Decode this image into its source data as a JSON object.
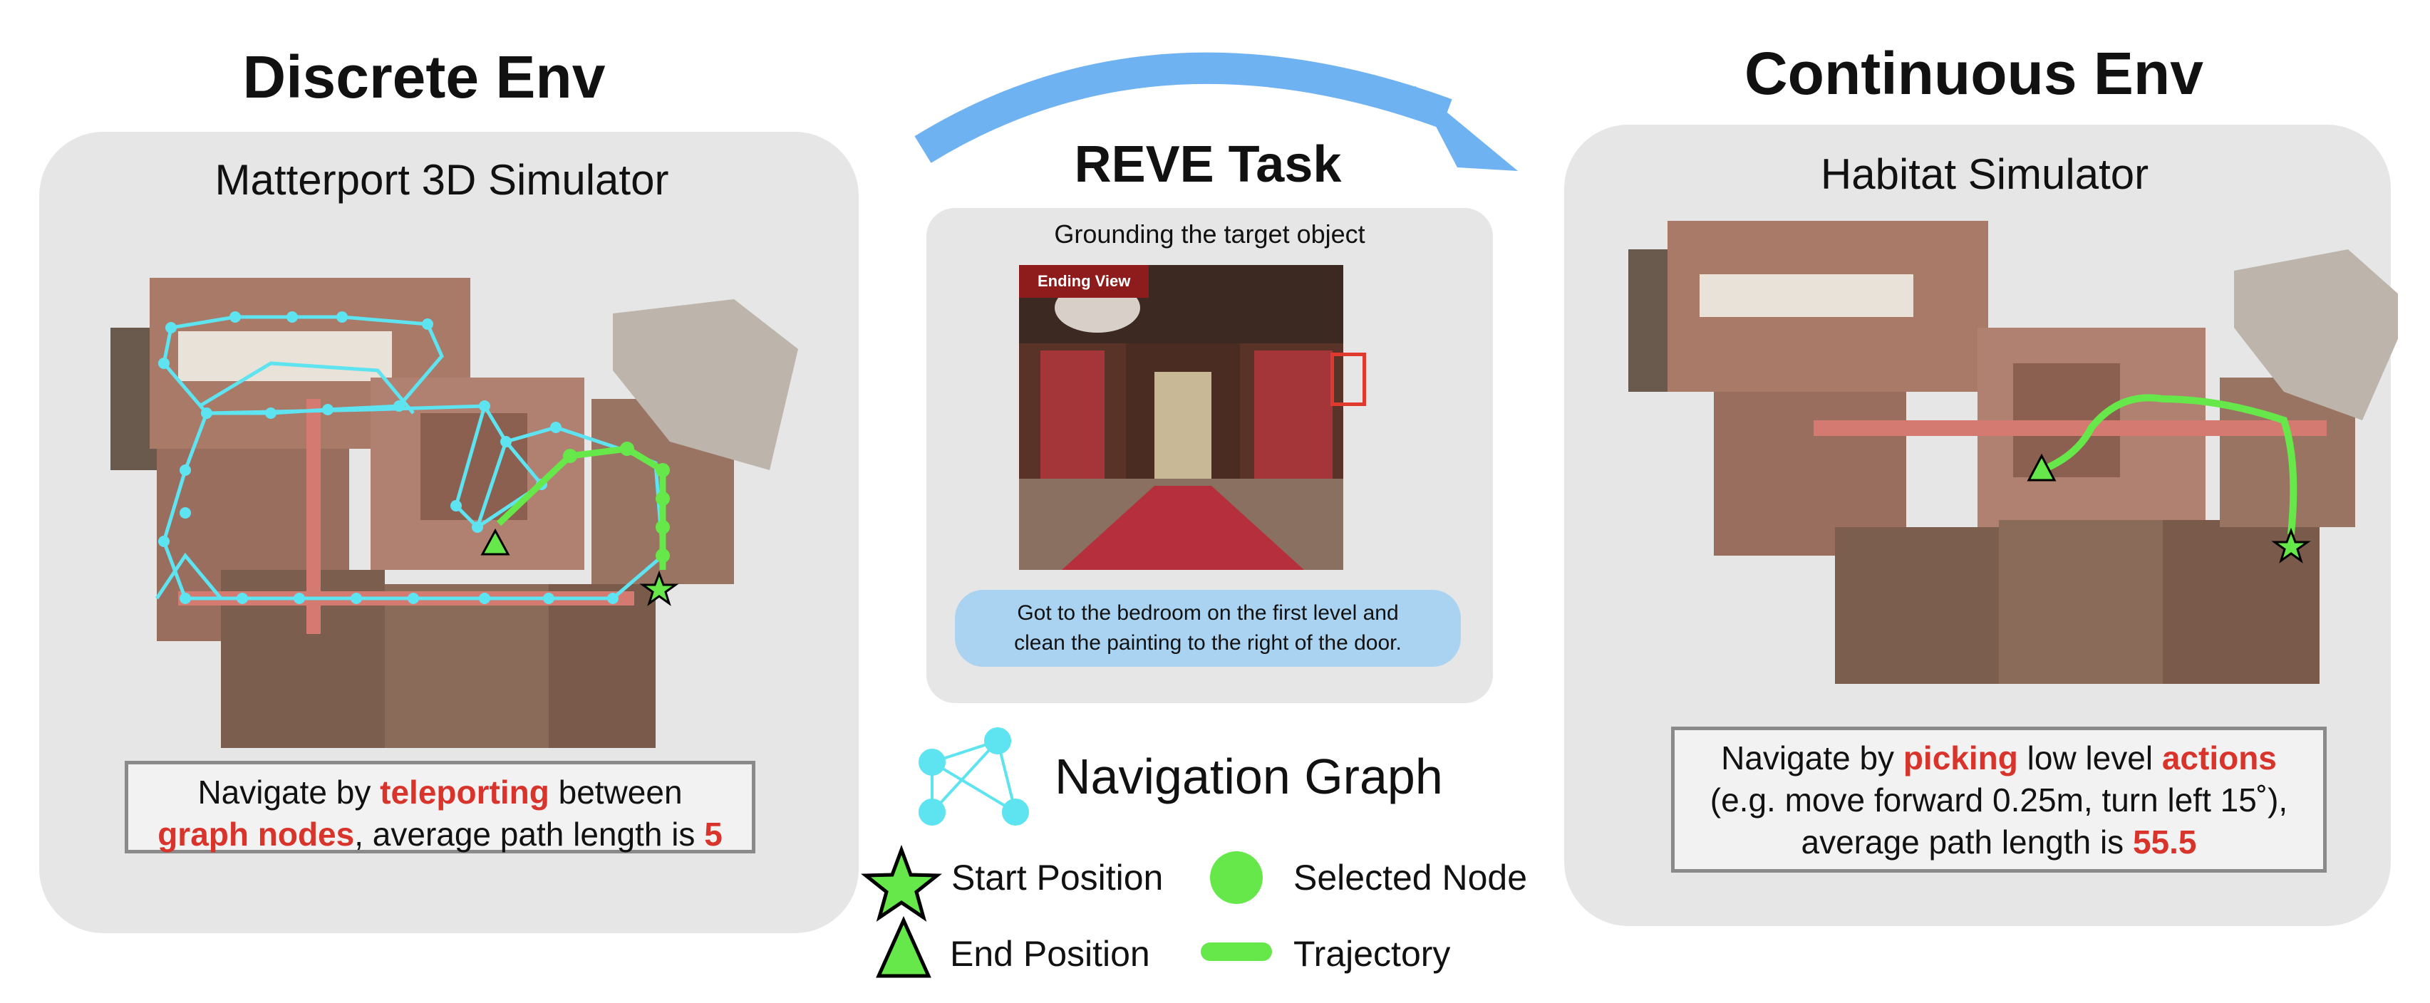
{
  "discrete": {
    "title": "Discrete Env",
    "simulator": "Matterport 3D Simulator",
    "caption": {
      "p1": "Navigate by ",
      "h1": "teleporting",
      "p2": " between",
      "h2": "graph nodes",
      "p3": ", average path length is ",
      "h3": "5"
    }
  },
  "center": {
    "title": "REVE Task",
    "grounding": "Grounding the target object",
    "view_label": "Ending View",
    "instruction_line1": "Got to the bedroom on the first level and",
    "instruction_line2": "clean the painting to the right of the door."
  },
  "continuous": {
    "title": "Continuous Env",
    "simulator": "Habitat Simulator",
    "caption": {
      "p1": "Navigate by ",
      "h1": "picking",
      "p2": " low level ",
      "h2": "actions",
      "line2": "(e.g. move forward 0.25m, turn left 15˚),",
      "p3": "average path length is ",
      "h3": "55.5"
    }
  },
  "legend": {
    "graph": "Navigation Graph",
    "start": "Start Position",
    "selected": "Selected Node",
    "end": "End Position",
    "trajectory": "Trajectory"
  },
  "colors": {
    "graph": "#5ee3f0",
    "path": "#66e84a",
    "highlight": "#d9342b",
    "arrow": "#6fb2f2",
    "panel": "#e6e6e6"
  }
}
